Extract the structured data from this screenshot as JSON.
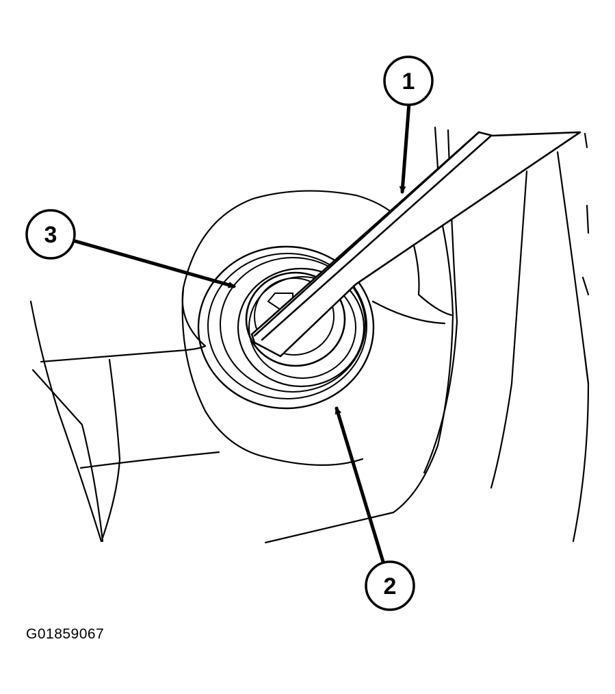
{
  "figure": {
    "id_code": "G01859067",
    "callouts": [
      {
        "number": "1",
        "target": "tool-blade"
      },
      {
        "number": "2",
        "target": "outer-seal-ring"
      },
      {
        "number": "3",
        "target": "inner-bore-edge"
      }
    ]
  },
  "colors": {
    "line": "#000000",
    "background": "#ffffff"
  }
}
